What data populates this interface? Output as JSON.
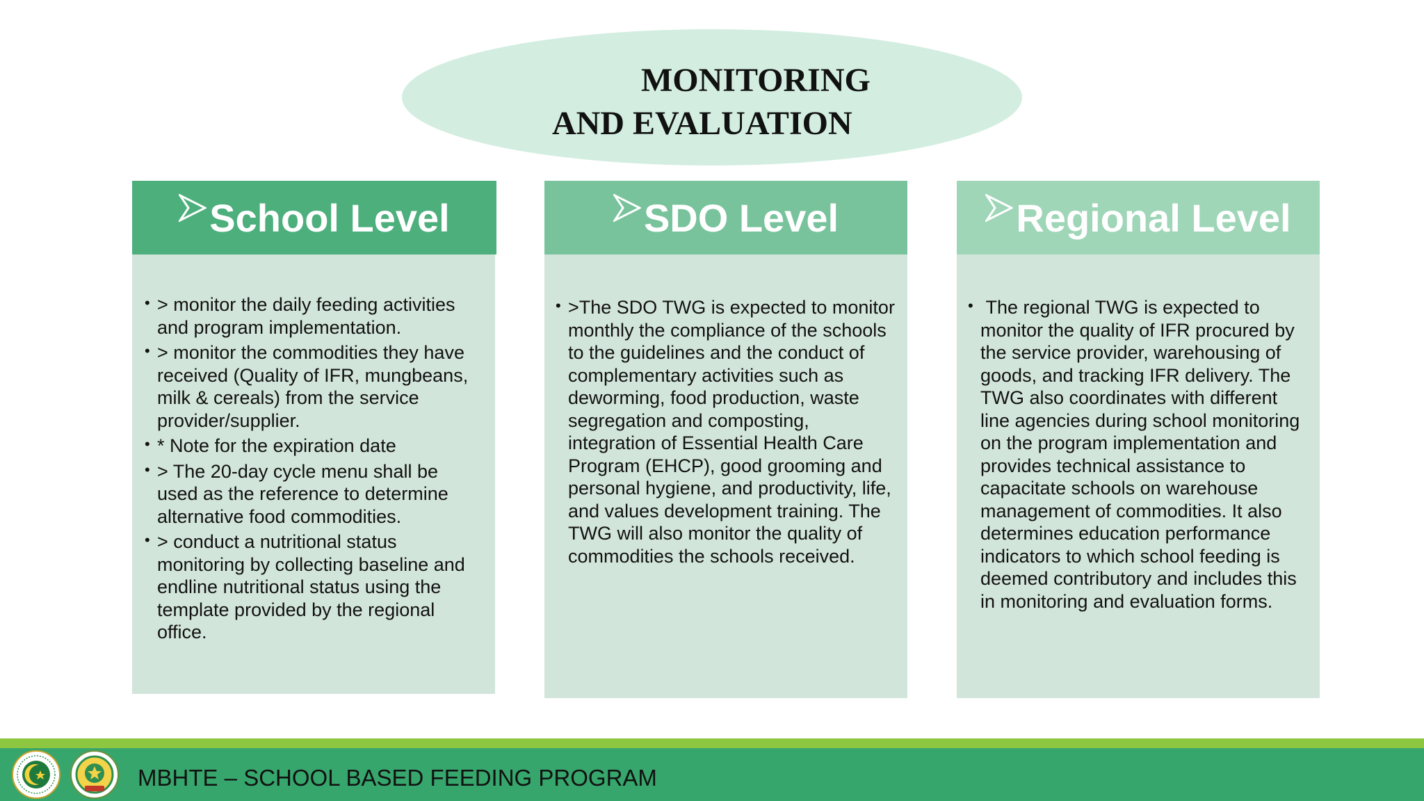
{
  "title": {
    "line1": "MONITORING",
    "line2": "AND EVALUATION"
  },
  "columns": [
    {
      "heading": "School Level",
      "header_color": "#4daf7c",
      "items": [
        "> monitor the daily feeding activities and program implementation.",
        "> monitor the commodities they have received (Quality of IFR, mungbeans, milk & cereals) from the service provider/supplier.",
        "* Note for the expiration date",
        ">  The 20-day cycle menu shall be used as the reference to determine alternative food commodities.",
        "> conduct a nutritional status monitoring by collecting baseline and endline nutritional status using the template provided by the regional office."
      ]
    },
    {
      "heading": "SDO Level",
      "header_color": "#78c39c",
      "items": [
        ">The SDO TWG is expected to monitor monthly the compliance of the schools to the guidelines and the conduct of complementary activities such as deworming, food production, waste segregation and composting, integration of Essential Health Care Program (EHCP), good grooming and personal hygiene, and productivity, life, and values development training. The TWG will also monitor the quality of commodities the schools received."
      ]
    },
    {
      "heading": "Regional Level",
      "header_color": "#9fd6b8",
      "items": [
        " The regional TWG is expected to monitor the quality of IFR procured by the service provider, warehousing of goods, and tracking IFR delivery. The TWG also coordinates with different line agencies during school monitoring on the program implementation and provides technical assistance to capacitate schools on warehouse management of commodities. It also determines education performance indicators to which school feeding is deemed contributory and includes this in monitoring and evaluation forms."
      ]
    }
  ],
  "footer": {
    "text": "MBHTE – SCHOOL BASED FEEDING PROGRAM",
    "seals": [
      "bangsamoro-seal-icon",
      "mbhte-seal-icon"
    ]
  },
  "colors": {
    "ellipse": "#d3eee1",
    "body_panel": "#d2e5da",
    "footer_bar": "#37a66c",
    "footer_stripe": "#8dc641"
  }
}
